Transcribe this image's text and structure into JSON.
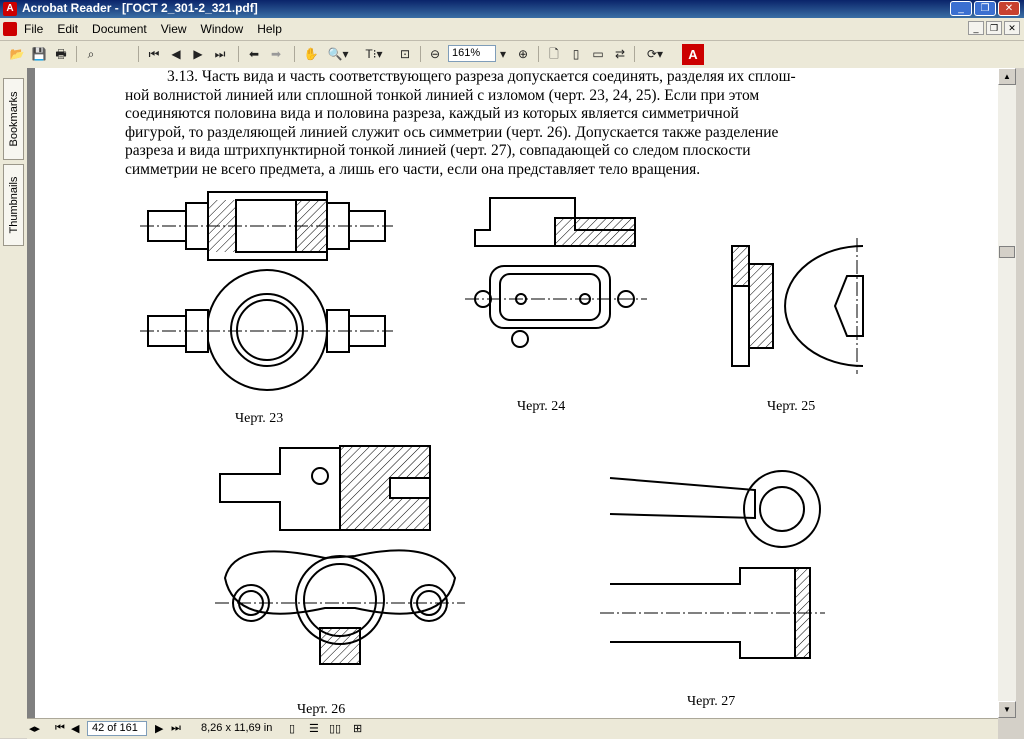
{
  "window": {
    "title": "Acrobat Reader - [ГОСТ 2_301-2_321.pdf]",
    "app_icon": "acrobat-icon",
    "controls": [
      "minimize-icon",
      "restore-icon",
      "close-icon"
    ]
  },
  "menu": {
    "items": [
      "File",
      "Edit",
      "Document",
      "View",
      "Window",
      "Help"
    ]
  },
  "toolbar": {
    "zoom_value": "161%",
    "icons": [
      "open-icon",
      "save-icon",
      "print-icon",
      "find-icon",
      "first-page-icon",
      "prev-page-icon",
      "next-page-icon",
      "last-page-icon",
      "back-icon",
      "forward-icon",
      "hand-tool-icon",
      "zoom-tool-icon",
      "text-select-icon",
      "snapshot-icon",
      "zoom-out-icon",
      "zoom-in-icon",
      "actual-size-icon",
      "fit-page-icon",
      "fit-width-icon",
      "reflow-icon",
      "rotate-icon",
      "adobe-logo-icon"
    ]
  },
  "nav_tabs": [
    "Bookmarks",
    "Thumbnails"
  ],
  "document": {
    "paragraph_lines": [
      "3.13.  Часть вида и часть соответствующего разреза допускается соединять, разделяя их сплош-",
      "ной волнистой линией или сплошной тонкой линией с изломом (черт. 23, 24, 25). Если при этом",
      "соединяются половина вида и половина разреза, каждый из которых является симметричной",
      "фигурой, то разделяющей линией служит ось симметрии (черт. 26). Допускается также разделение",
      "разреза и вида штрихпунктирной тонкой линией (черт. 27), совпадающей со следом плоскости",
      "симметрии не всего предмета, а лишь его части, если она представляет тело вращения."
    ],
    "captions": {
      "fig23": "Черт. 23",
      "fig24": "Черт. 24",
      "fig25": "Черт. 25",
      "fig26": "Черт. 26",
      "fig27": "Черт. 27"
    }
  },
  "status": {
    "page_indicator": "42 of 161",
    "page_size": "8,26 x 11,69 in"
  }
}
